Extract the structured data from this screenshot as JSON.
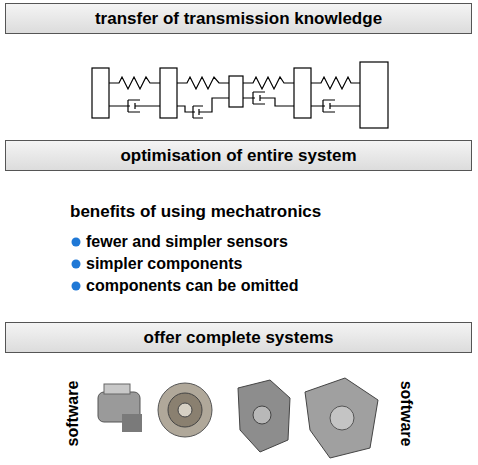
{
  "diagram": {
    "nodes": [
      {
        "text": [
          "transfer of transmission knowledge"
        ]
      },
      {
        "text": [
          "optimisation of entire system"
        ]
      },
      {
        "text": [
          "offer complete systems"
        ]
      }
    ],
    "labels": [
      "benefits of using mechatronics",
      "fewer and simpler sensors",
      "simpler components",
      "components can be omitted",
      "software",
      "software"
    ]
  }
}
